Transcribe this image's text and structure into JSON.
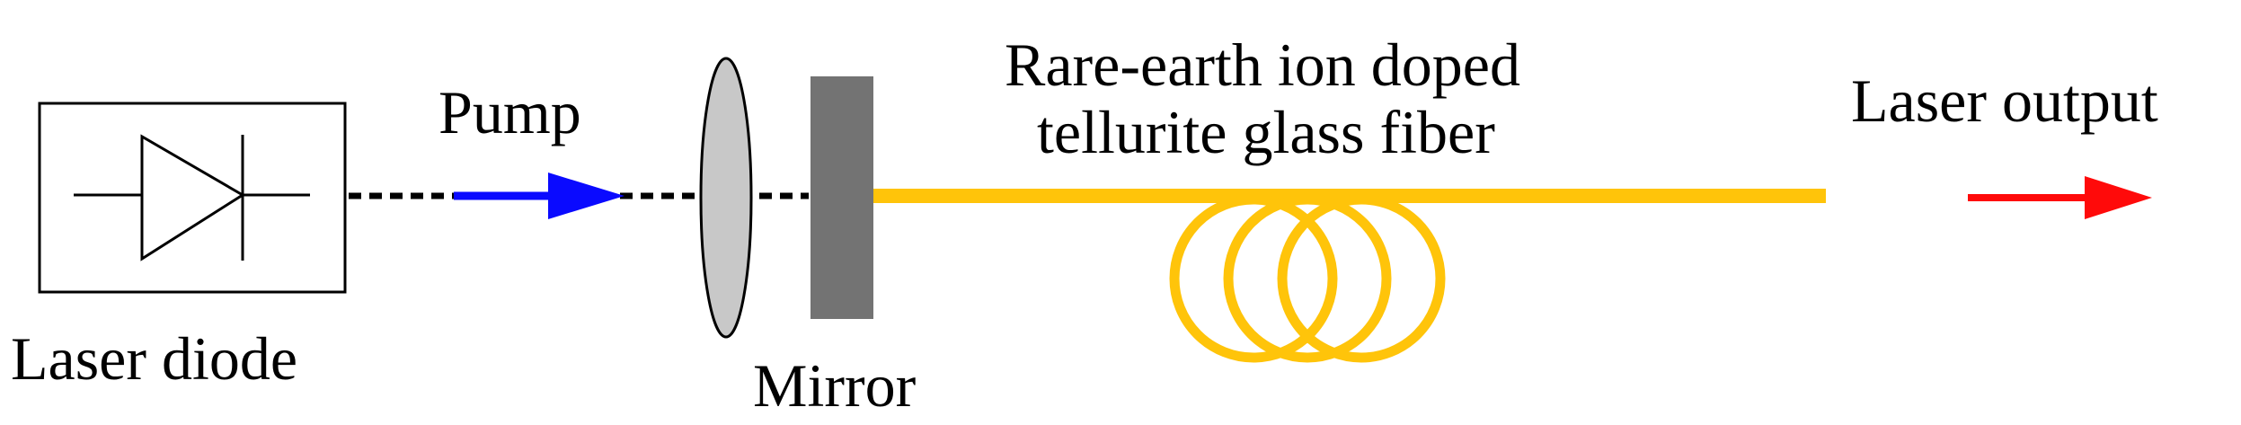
{
  "labels": {
    "laser_diode": "Laser diode",
    "pump": "Pump",
    "mirror": "Mirror",
    "fiber_line1": "Rare-earth ion doped",
    "fiber_line2": "tellurite glass fiber",
    "laser_output": "Laser output"
  },
  "colors": {
    "pump_arrow": "#0a0aff",
    "output_arrow": "#ff0a0a",
    "fiber": "#ffc40a",
    "lens_fill": "#c8c8c8",
    "mirror_fill": "#737373",
    "line": "#000000"
  }
}
